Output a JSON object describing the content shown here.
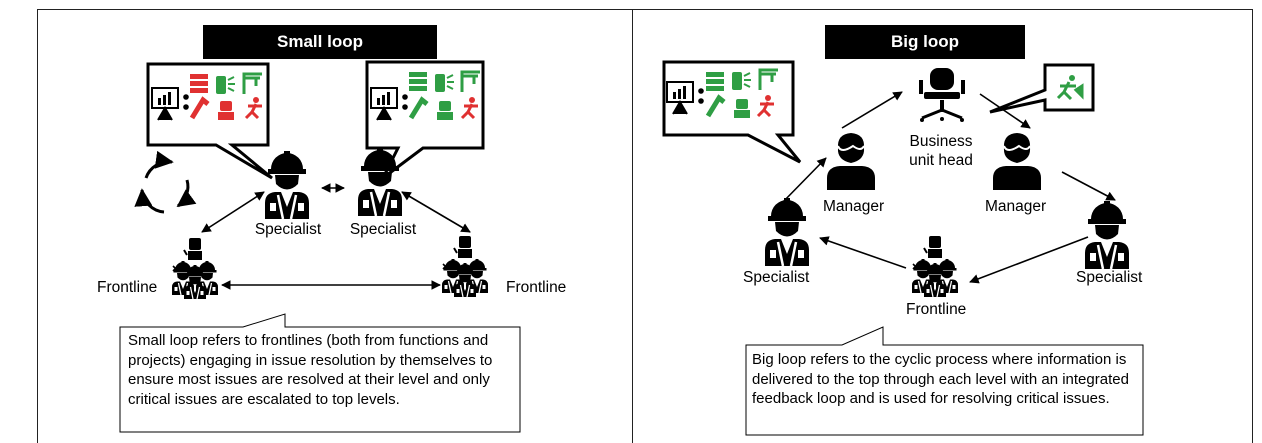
{
  "left_panel": {
    "title": "Small loop",
    "specialist_left": "Specialist",
    "specialist_right": "Specialist",
    "frontline_left": "Frontline",
    "frontline_right": "Frontline",
    "description": "Small loop refers to frontlines (both from functions and projects) engaging in issue resolution by themselves to ensure most issues are resolved at their level and only critical issues are escalated to top levels."
  },
  "right_panel": {
    "title": "Big loop",
    "business_unit_head": "Business unit head",
    "manager_left": "Manager",
    "manager_right": "Manager",
    "specialist_left": "Specialist",
    "specialist_right": "Specialist",
    "frontline": "Frontline",
    "description": "Big loop refers to the cyclic process where information is delivered to the top through each level with an integrated feedback loop and is used for resolving critical issues."
  },
  "colors": {
    "frame": "#222222",
    "title_bg": "#000000",
    "title_text": "#ffffff",
    "icon_green": "#2f9e44",
    "icon_red": "#e03131"
  }
}
